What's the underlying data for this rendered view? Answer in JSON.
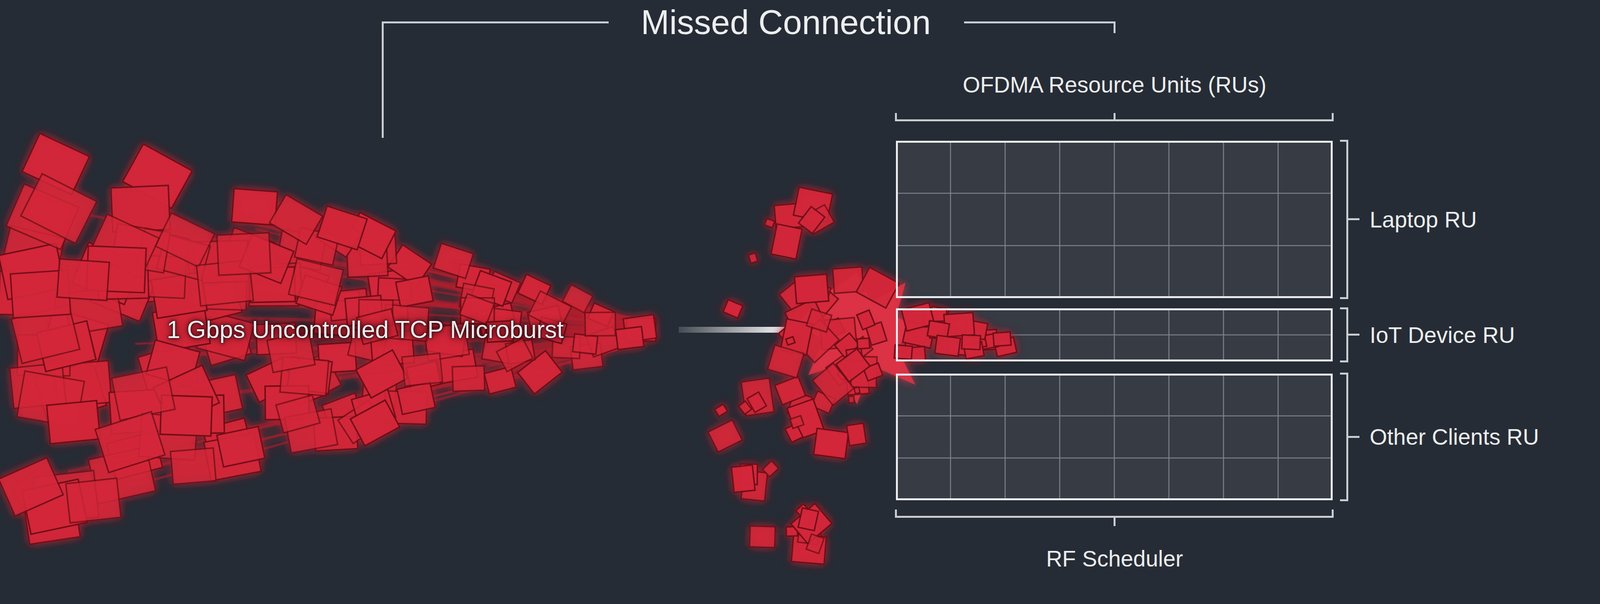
{
  "diagram": {
    "title": "Missed Connection",
    "nodes": [
      {
        "text": [
          "Laptop RU"
        ]
      },
      {
        "text": [
          "IoT Device RU"
        ]
      },
      {
        "text": [
          "Other Clients RU"
        ]
      }
    ],
    "labels": [
      "OFDMA Resource Units (RUs)",
      "1 Gbps Uncontrolled TCP Microburst",
      "RF Scheduler"
    ]
  }
}
